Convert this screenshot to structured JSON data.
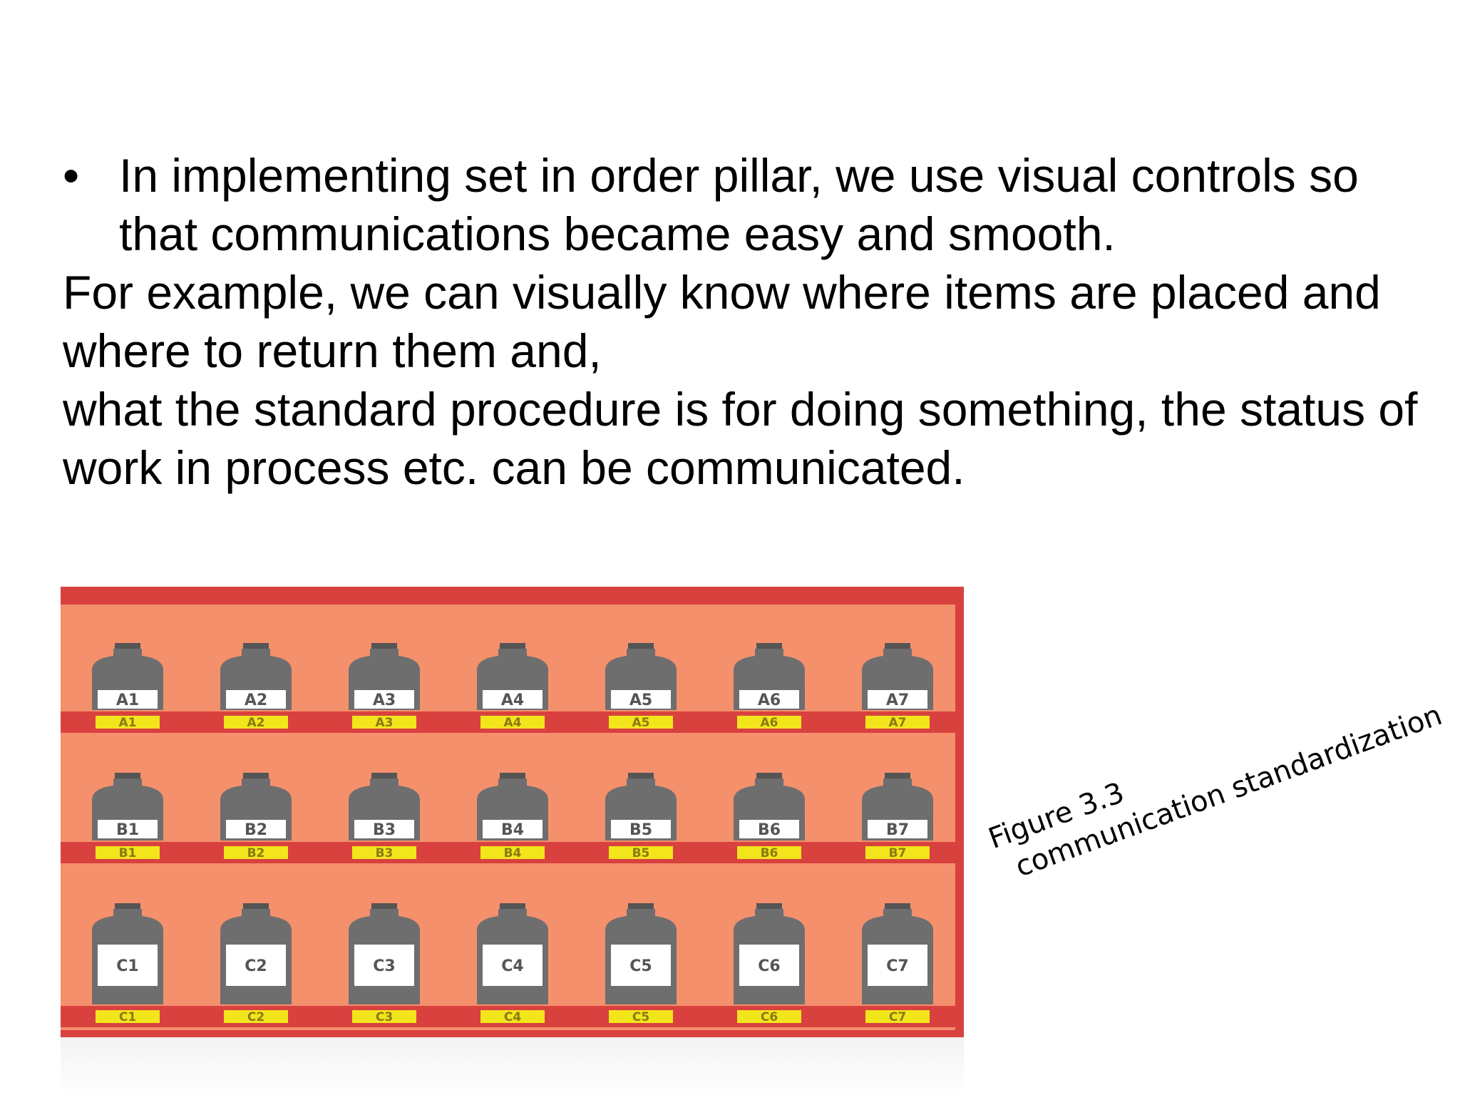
{
  "slide": {
    "bullet": "In implementing set in order pillar, we use visual controls so that communications became easy and smooth.",
    "paragraph_1": "For example, we can visually know where items are placed and where to return them and,",
    "paragraph_2": "what the standard procedure is for doing something, the status of work in process etc. can be communicated."
  },
  "figure": {
    "caption_line1": "Figure 3.3",
    "caption_line2": "communication standardization",
    "rows": [
      {
        "row": "A",
        "labels": [
          "A1",
          "A2",
          "A3",
          "A4",
          "A5",
          "A6",
          "A7"
        ]
      },
      {
        "row": "B",
        "labels": [
          "B1",
          "B2",
          "B3",
          "B4",
          "B5",
          "B6",
          "B7"
        ]
      },
      {
        "row": "C",
        "labels": [
          "C1",
          "C2",
          "C3",
          "C4",
          "C5",
          "C6",
          "C7"
        ]
      }
    ],
    "colors": {
      "shelf_background": "#f5906c",
      "shelf_frame": "#d9413f",
      "bottle": "#6e6e6e",
      "bottle_label": "#ffffff",
      "tape": "#f2e51c"
    }
  }
}
